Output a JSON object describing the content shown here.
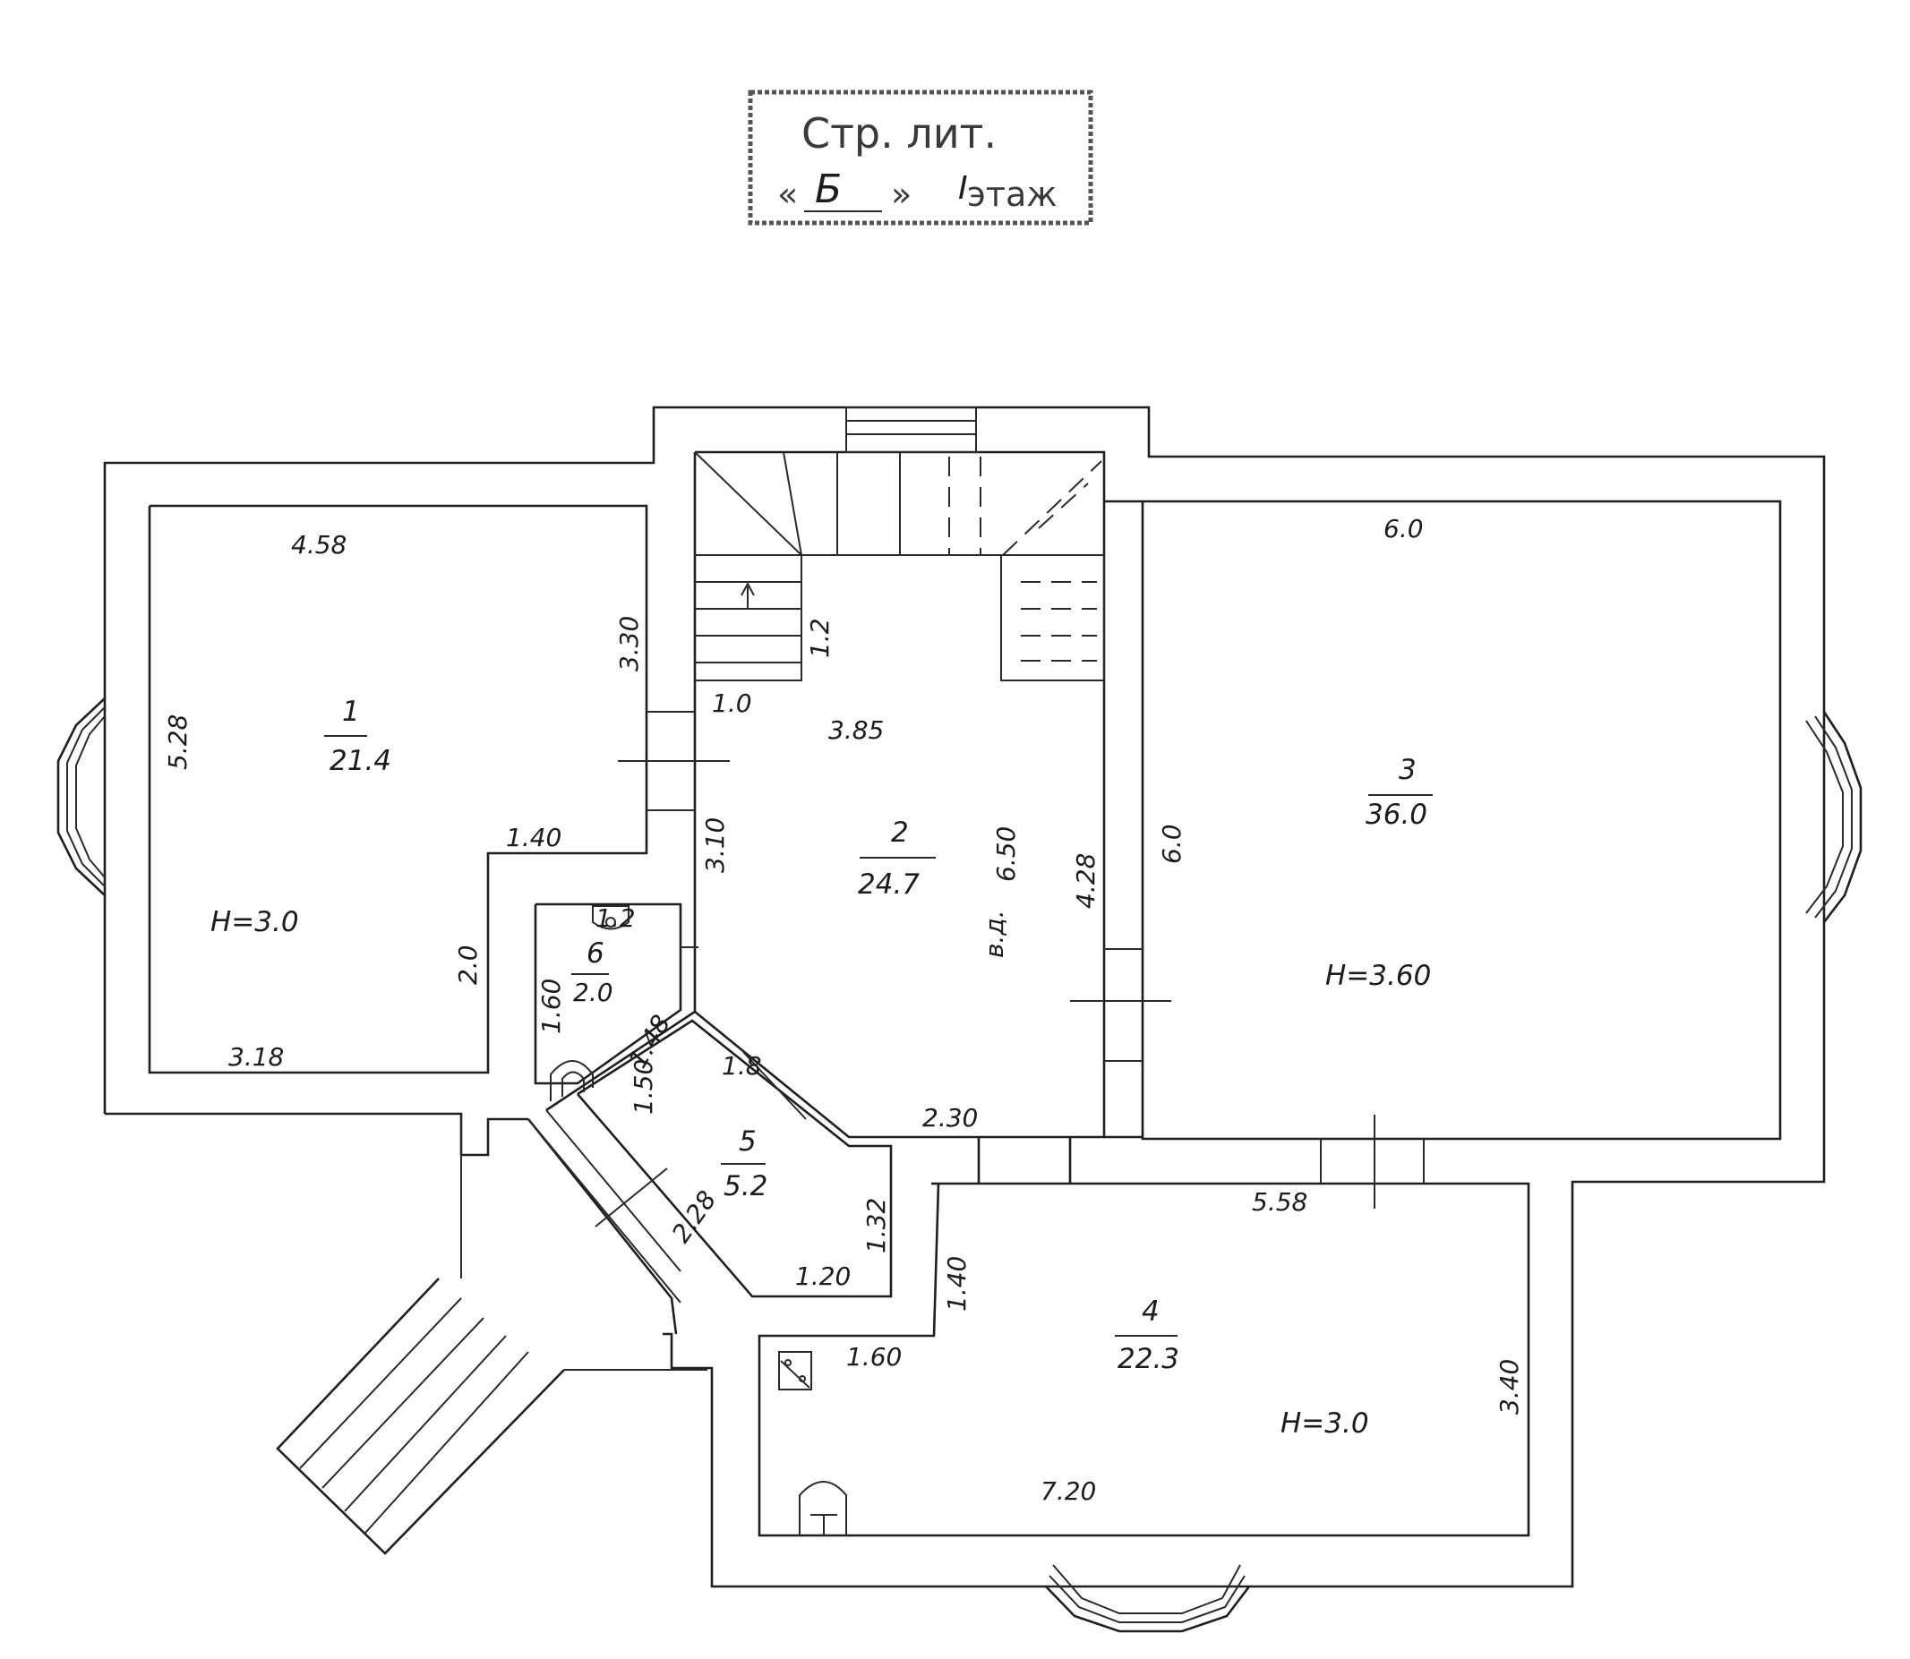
{
  "stamp": {
    "line1": "Стр. лит.",
    "line2_open": "«",
    "letter": "Б",
    "line2_close": "»",
    "floor_num": "I",
    "floor_word": "этаж"
  },
  "rooms": [
    {
      "number": "1",
      "area": "21.4",
      "height": "H=3.0"
    },
    {
      "number": "2",
      "area": "24.7",
      "note": "в.д."
    },
    {
      "number": "3",
      "area": "36.0",
      "height": "H=3.60"
    },
    {
      "number": "4",
      "area": "22.3",
      "height": "H=3.0"
    },
    {
      "number": "5",
      "area": "5.2"
    },
    {
      "number": "6",
      "area": "2.0"
    }
  ],
  "dimensions": {
    "r1_top": "4.58",
    "r1_left": "5.28",
    "r1_right": "3.30",
    "r1_step": "1.40",
    "r1_inner": "2.0",
    "r1_bottom": "3.18",
    "stair_w": "1.2",
    "stair_gap": "1.0",
    "r2_top": "3.85",
    "r2_left": "3.10",
    "r2_mid": "6.50",
    "r2_right": "4.28",
    "r2_bottom": "2.30",
    "r6_top": "1.2",
    "r6_left": "1.60",
    "r6_diag": "1.48",
    "r5_left": "1.50",
    "r5_diag": "1.8",
    "r5_diag2": "2.28",
    "r5_right": "1.32",
    "r5_bottom": "1.20",
    "r3_top": "6.0",
    "r3_left": "6.0",
    "r4_top": "5.58",
    "r4_left": "1.40",
    "r4_step": "1.60",
    "r4_right": "3.40",
    "r4_bottom": "7.20"
  }
}
